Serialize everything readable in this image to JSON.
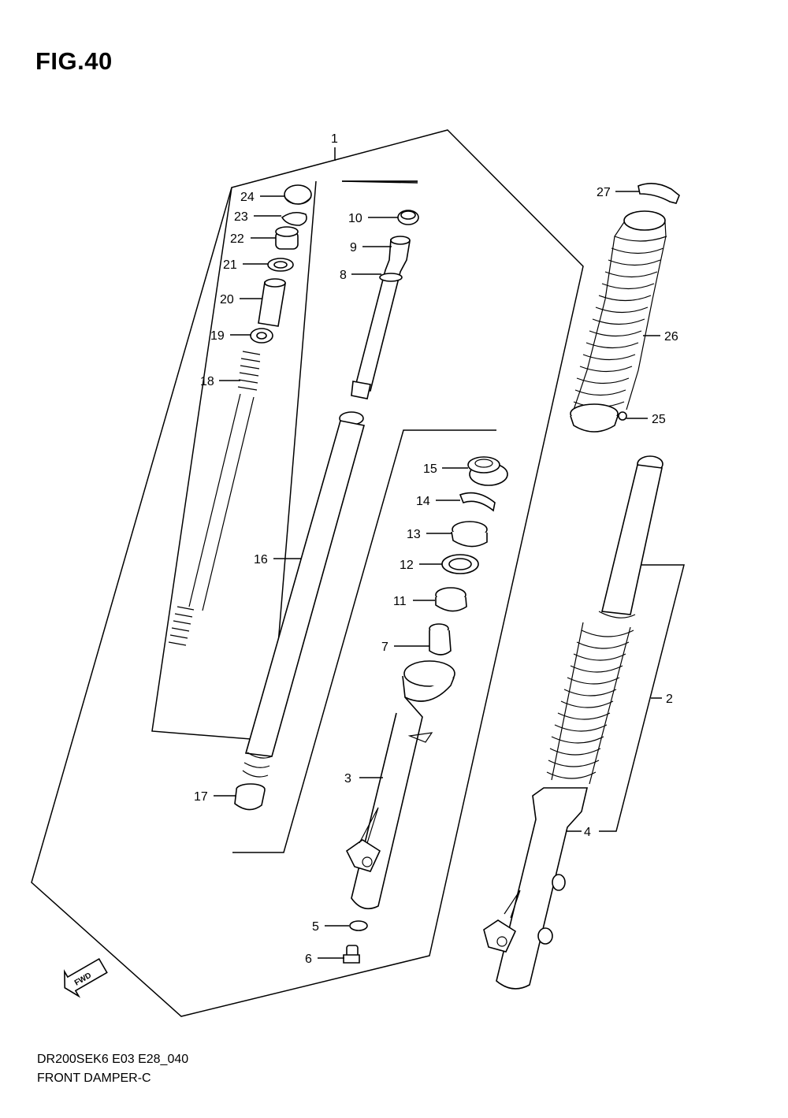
{
  "figure_title": "FIG.40",
  "footer": {
    "code": "DR200SEK6 E03 E28_040",
    "name": "FRONT DAMPER-C"
  },
  "fwd_label": "FWD",
  "callouts": [
    "1",
    "2",
    "3",
    "4",
    "5",
    "6",
    "7",
    "8",
    "9",
    "10",
    "11",
    "12",
    "13",
    "14",
    "15",
    "16",
    "17",
    "18",
    "19",
    "20",
    "21",
    "22",
    "23",
    "24",
    "25",
    "26",
    "27"
  ]
}
